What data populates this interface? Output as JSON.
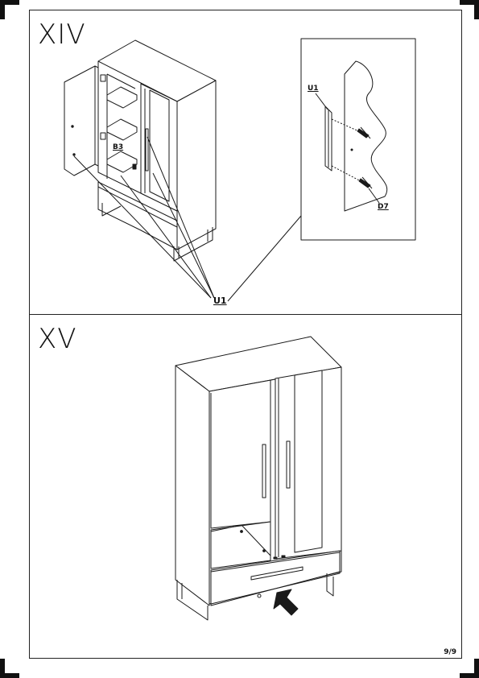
{
  "steps": [
    {
      "number": "XIV",
      "labels": {
        "b3": "B3",
        "u1_detail": "U1",
        "d7": "D7",
        "u1_callout": "U1"
      }
    },
    {
      "number": "XV"
    }
  ],
  "page": "9/9",
  "icons": [
    "push-arrow-icon",
    "screw-icon",
    "handle-icon"
  ]
}
